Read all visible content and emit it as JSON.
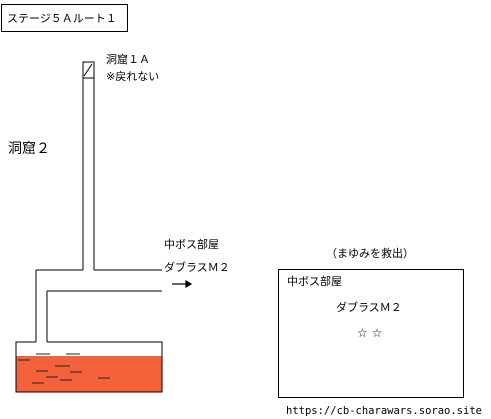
{
  "stage_title": "ステージ５Ａルート１",
  "cave_1a": "洞窟１Ａ",
  "no_return_note": "※戻れない",
  "cave_2": "洞窟２",
  "midboss_room_label": "中ボス部屋",
  "midboss_name": "ダブラスＭ２",
  "rescue_note": "（まゆみを救出）",
  "boss_box": {
    "title": "中ボス部屋",
    "name": "ダブラスＭ２",
    "stars": "☆ ☆"
  },
  "site_url": "https://cb-charawars.sorao.site",
  "colors": {
    "lava": "#f4623b",
    "lava_marks": "#222222",
    "outline": "#000000",
    "background": "#ffffff"
  },
  "icons": {
    "entrance": "cave-1a-entrance-marker-icon",
    "arrow": "right-arrow-icon"
  }
}
